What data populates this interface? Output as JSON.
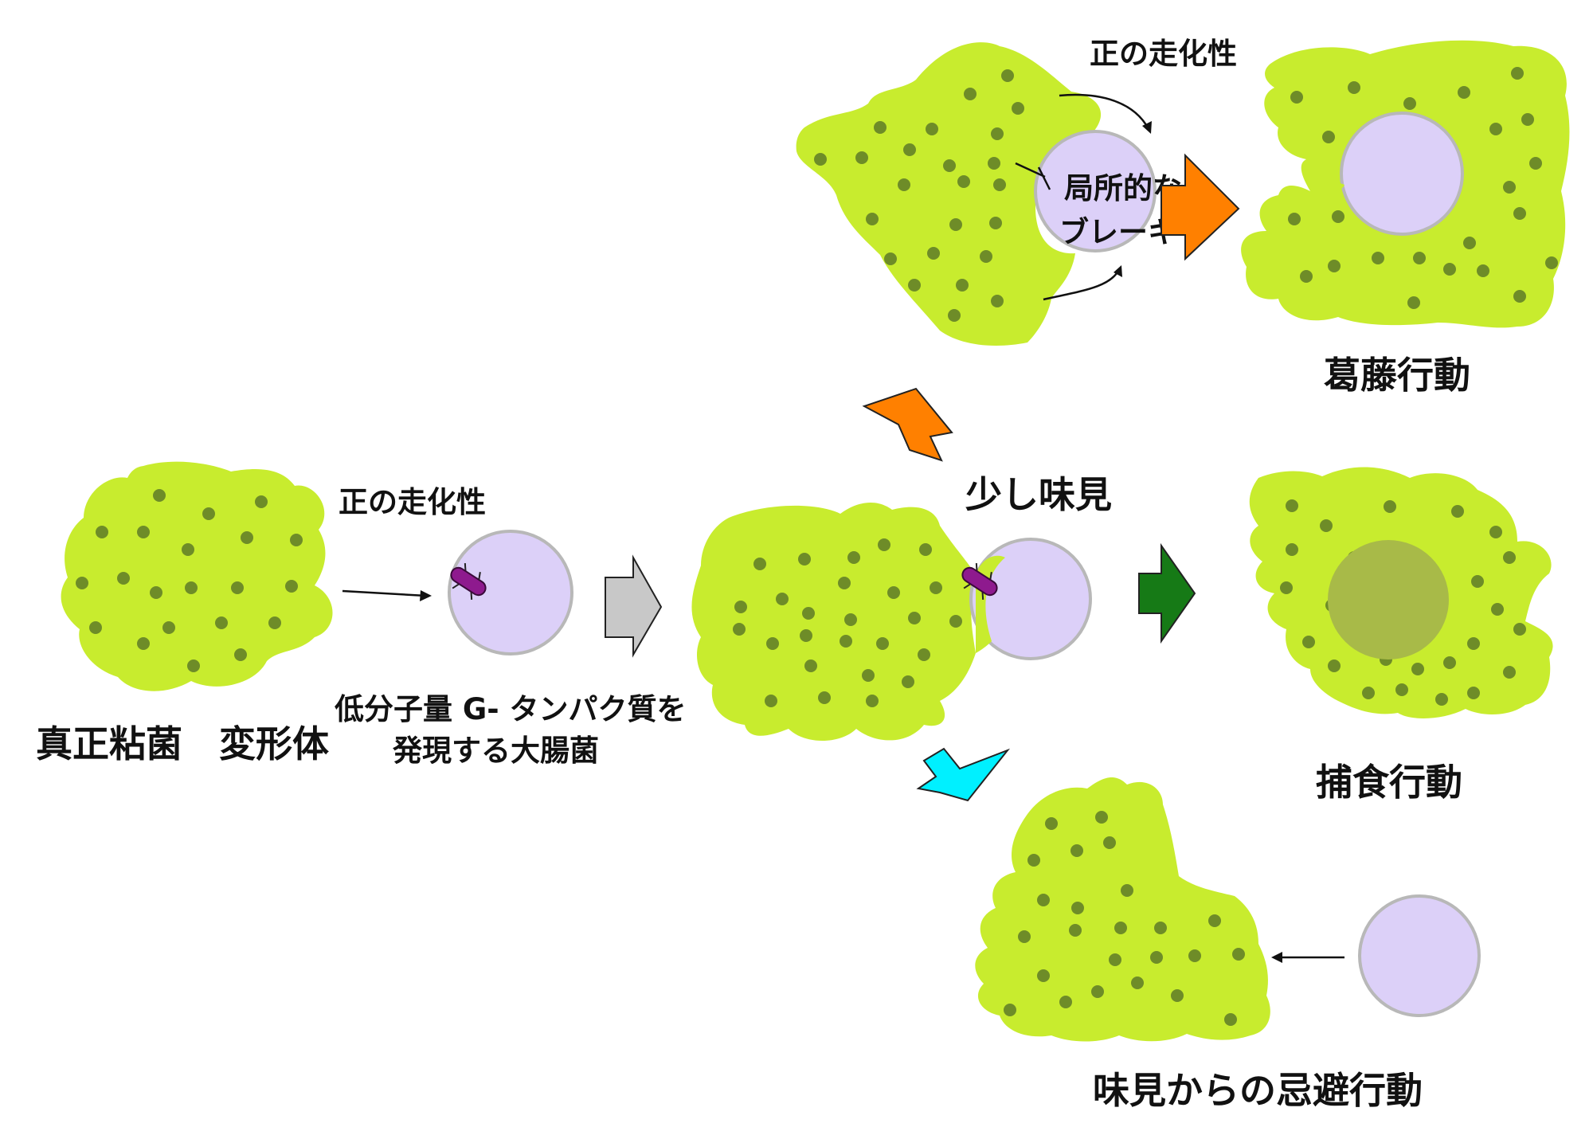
{
  "colors": {
    "cell": "#c8ec2e",
    "cell_dot": "#6e8c28",
    "food": "#dcd0f8",
    "food_border": "#b8b8b8",
    "engulfed": "#a8ba48",
    "ecoli": "#8e1a8e",
    "arrow_gray": "#c8c8c8",
    "arrow_orange": "#ff8000",
    "arrow_green": "#167a16",
    "arrow_cyan": "#00f0ff",
    "line": "#111111"
  },
  "labels": {
    "plasmodium_title": "真正粘菌　変形体",
    "chemotaxis_left": "正の走化性",
    "chemotaxis_top": "正の走化性",
    "ecoli_line1": "低分子量 G- タンパク質を",
    "ecoli_line2": "発現する大腸菌",
    "tasting": "少し味見",
    "brake_line1": "局所的な",
    "brake_line2": "ブレーキ",
    "conflict": "葛藤行動",
    "feeding": "捕食行動",
    "avoidance": "味見からの忌避行動"
  }
}
